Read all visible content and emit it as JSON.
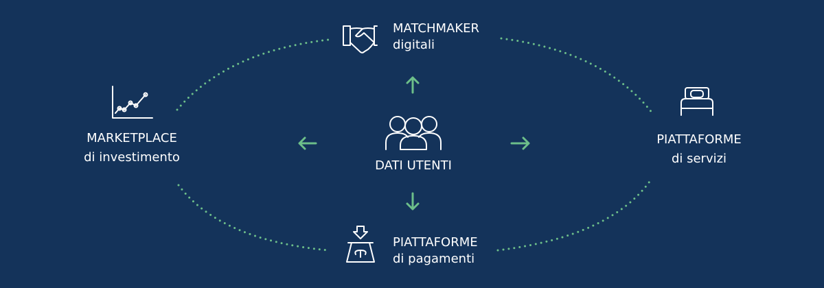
{
  "center": {
    "label": "DATI UTENTI",
    "icon": "users-group-icon"
  },
  "nodes": {
    "top": {
      "line1": "MATCHMAKER",
      "line2": "digitali",
      "icon": "handshake-icon"
    },
    "left": {
      "line1": "MARKETPLACE",
      "line2": "di investimento",
      "icon": "line-chart-icon"
    },
    "right": {
      "line1": "PIATTAFORME",
      "line2": "di servizi",
      "icon": "bed-icon"
    },
    "bottom": {
      "line1": "PIATTAFORME",
      "line2": "di pagamenti",
      "icon": "payment-terminal-icon"
    }
  },
  "colors": {
    "background": "#14335a",
    "accent": "#6dbf8a",
    "text": "#ffffff"
  }
}
